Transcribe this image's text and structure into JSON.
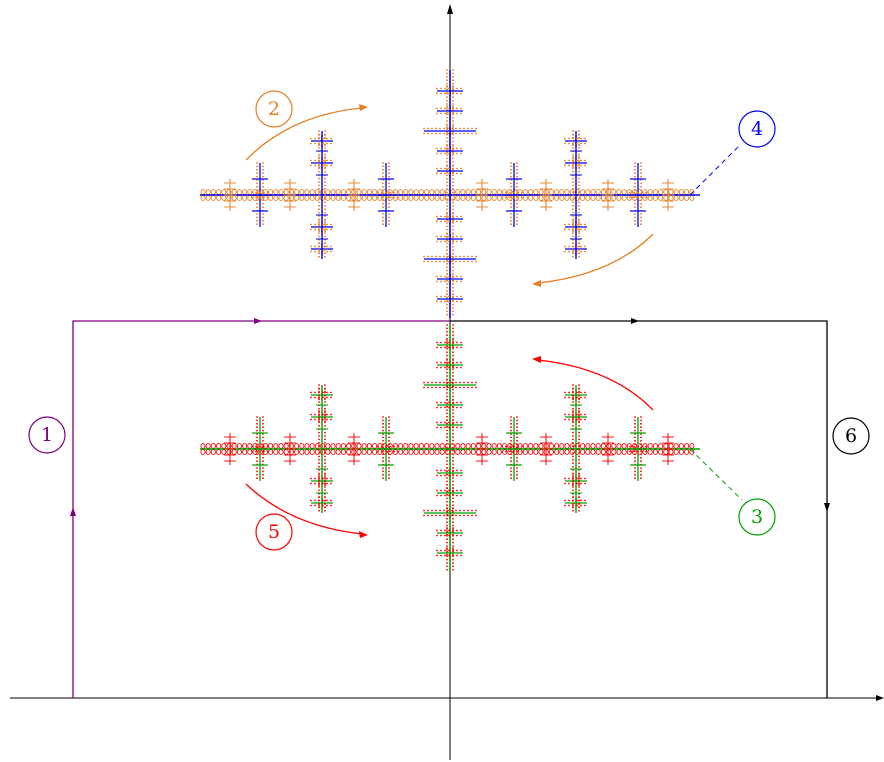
{
  "colors": {
    "axis": "#000000",
    "purple": "#800080",
    "orange": "#e67e22",
    "red": "#ff0000",
    "green": "#00a000",
    "blue": "#0000ee",
    "black": "#000000"
  },
  "labels": [
    {
      "id": "label-1",
      "text": "1",
      "color": "purple"
    },
    {
      "id": "label-2",
      "text": "2",
      "color": "orange"
    },
    {
      "id": "label-3",
      "text": "3",
      "color": "green"
    },
    {
      "id": "label-4",
      "text": "4",
      "color": "blue"
    },
    {
      "id": "label-5",
      "text": "5",
      "color": "red"
    },
    {
      "id": "label-6",
      "text": "6",
      "color": "black"
    }
  ],
  "fractals": [
    {
      "id": "upper-fractal",
      "spine_color": "blue",
      "loop_color": "orange"
    },
    {
      "id": "lower-fractal",
      "spine_color": "green",
      "loop_color": "red"
    }
  ]
}
